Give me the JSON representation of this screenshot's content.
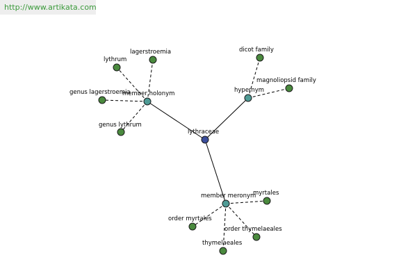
{
  "url": "http://www.artikata.com",
  "colors": {
    "url_text": "#3a9a3a",
    "root_node": "#3b4e9c",
    "relation_node": "#4f9b95",
    "leaf_node": "#4a8a3e"
  },
  "graph": {
    "nodes": [
      {
        "id": "lythraceae",
        "label": "lythraceae",
        "kind": "root"
      },
      {
        "id": "member_holonym",
        "label": "member holonym",
        "kind": "relation"
      },
      {
        "id": "hypernym",
        "label": "hypernym",
        "kind": "relation"
      },
      {
        "id": "member_meronym",
        "label": "member meronym",
        "kind": "relation"
      },
      {
        "id": "lythrum",
        "label": "lythrum",
        "kind": "leaf"
      },
      {
        "id": "lagerstroemia",
        "label": "lagerstroemia",
        "kind": "leaf"
      },
      {
        "id": "genus_lagerstroemia",
        "label": "genus lagerstroemia",
        "kind": "leaf"
      },
      {
        "id": "genus_lythrum",
        "label": "genus lythrum",
        "kind": "leaf"
      },
      {
        "id": "dicot_family",
        "label": "dicot family",
        "kind": "leaf"
      },
      {
        "id": "magnoliopsid_family",
        "label": "magnoliopsid family",
        "kind": "leaf"
      },
      {
        "id": "myrtales",
        "label": "myrtales",
        "kind": "leaf"
      },
      {
        "id": "order_myrtales",
        "label": "order myrtales",
        "kind": "leaf"
      },
      {
        "id": "order_thymelaeales",
        "label": "order thymelaeales",
        "kind": "leaf"
      },
      {
        "id": "thymelaeales",
        "label": "thymelaeales",
        "kind": "leaf"
      }
    ],
    "edges": [
      {
        "from": "lythraceae",
        "to": "member_holonym",
        "style": "solid"
      },
      {
        "from": "lythraceae",
        "to": "hypernym",
        "style": "solid"
      },
      {
        "from": "lythraceae",
        "to": "member_meronym",
        "style": "solid"
      },
      {
        "from": "member_holonym",
        "to": "lythrum",
        "style": "dashed"
      },
      {
        "from": "member_holonym",
        "to": "lagerstroemia",
        "style": "dashed"
      },
      {
        "from": "member_holonym",
        "to": "genus_lagerstroemia",
        "style": "dashed"
      },
      {
        "from": "member_holonym",
        "to": "genus_lythrum",
        "style": "dashed"
      },
      {
        "from": "hypernym",
        "to": "dicot_family",
        "style": "dashed"
      },
      {
        "from": "hypernym",
        "to": "magnoliopsid_family",
        "style": "dashed"
      },
      {
        "from": "member_meronym",
        "to": "myrtales",
        "style": "dashed"
      },
      {
        "from": "member_meronym",
        "to": "order_myrtales",
        "style": "dashed"
      },
      {
        "from": "member_meronym",
        "to": "order_thymelaeales",
        "style": "dashed"
      },
      {
        "from": "member_meronym",
        "to": "thymelaeales",
        "style": "dashed"
      }
    ]
  }
}
